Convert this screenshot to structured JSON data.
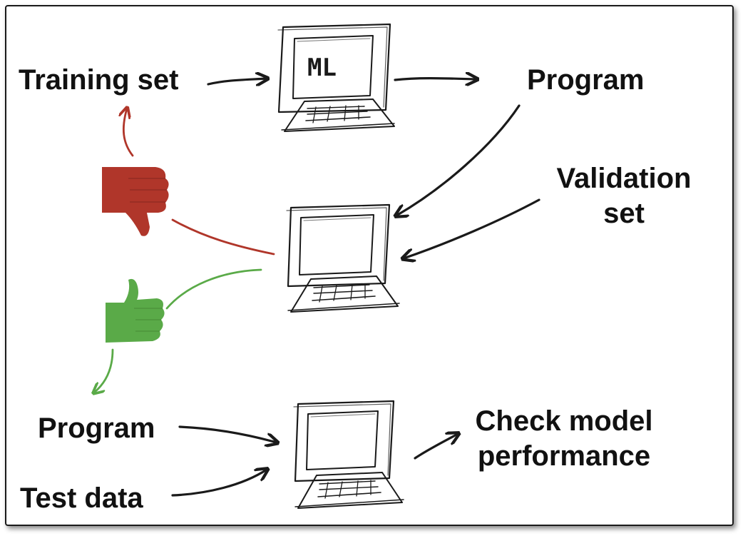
{
  "labels": {
    "training_set": "Training set",
    "program_top": "Program",
    "validation_set_line1": "Validation",
    "validation_set_line2": "set",
    "program_bottom": "Program",
    "test_data": "Test data",
    "check_line1": "Check model",
    "check_line2": "performance"
  },
  "screen_text": {
    "ml": "ML"
  },
  "icons": {
    "thumbs_down": "thumbs-down-icon",
    "thumbs_up": "thumbs-up-icon",
    "computer": "computer-icon"
  },
  "colors": {
    "ink": "#1a1a1a",
    "reject_red": "#b0362a",
    "accept_green": "#5aaa48"
  }
}
